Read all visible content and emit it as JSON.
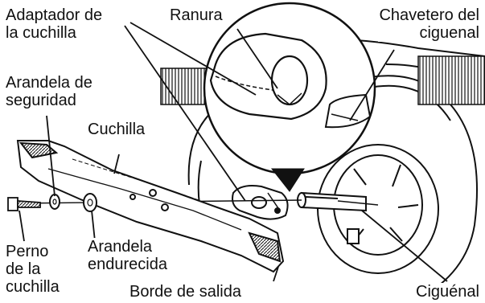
{
  "labels": {
    "blade_adapter": [
      "Adaptador de",
      "la cuchilla"
    ],
    "slot": "Ranura",
    "crankshaft_key": [
      "Chavetero del",
      "ciguenal"
    ],
    "lock_washer": [
      "Arandela de",
      "seguridad"
    ],
    "blade": "Cuchilla",
    "blade_bolt": [
      "Perno",
      "de la",
      "cuchilla"
    ],
    "hardened_washer": [
      "Arandela",
      "endurecida"
    ],
    "trailing_edge": "Borde de salida",
    "crankshaft": "Ciguénal"
  },
  "colors": {
    "ink": "#111111",
    "background": "#ffffff"
  }
}
